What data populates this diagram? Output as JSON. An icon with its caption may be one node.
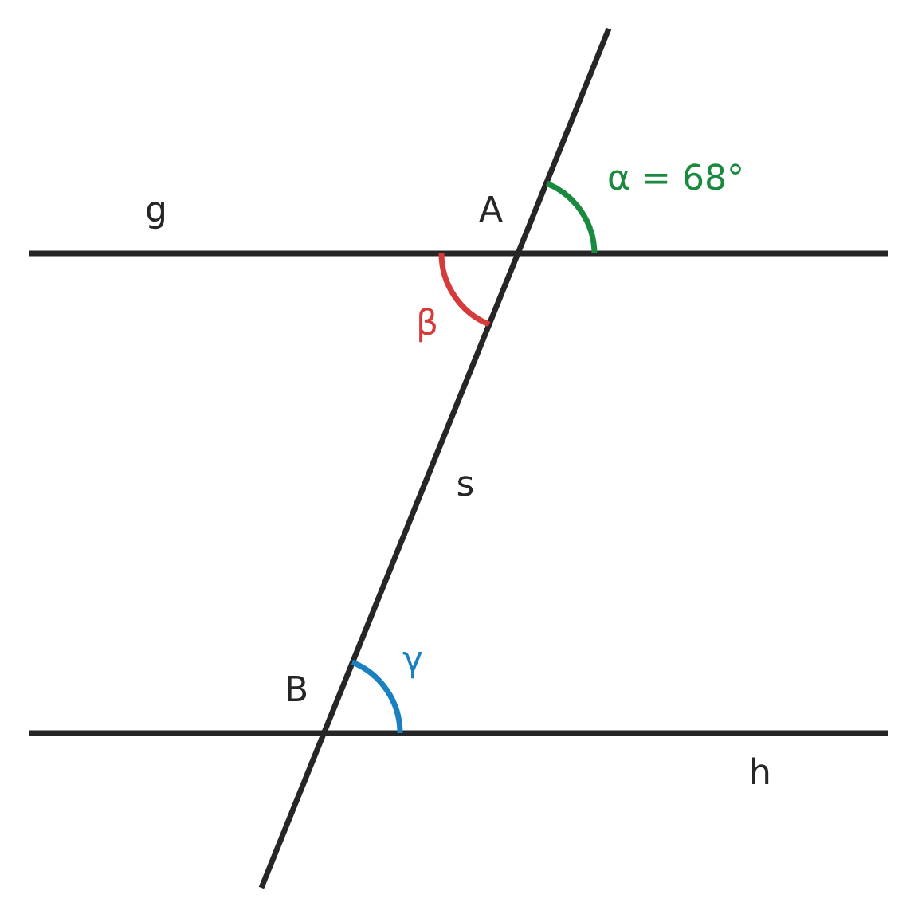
{
  "diagram": {
    "labels": [
      "g",
      "A",
      "α = 68°",
      "β",
      "s",
      "γ",
      "B",
      "h"
    ]
  }
}
